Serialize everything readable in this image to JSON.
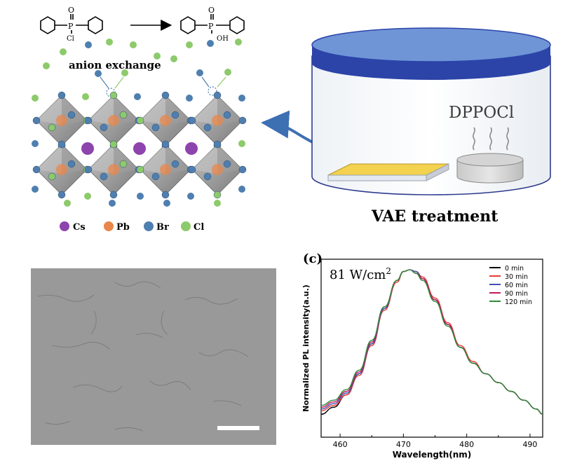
{
  "schematic": {
    "reaction": {
      "left_substituents": [
        "O",
        "P",
        "Cl"
      ],
      "right_substituents": [
        "O",
        "P",
        "OH"
      ]
    },
    "anion_exchange_label": "anion exchange",
    "legend": [
      "Cs",
      "Pb",
      "Br",
      "Cl"
    ],
    "colors": {
      "Cs": "#8d44ad",
      "Pb": "#e9874a",
      "Br": "#4f7fb0",
      "Cl": "#8dca6b"
    },
    "reagent_label": "DPPOCl",
    "treatment_label": "VAE treatment"
  },
  "panel_c": {
    "label": "(c)",
    "power_label": "81 W/cm",
    "power_superscript": "2",
    "chart_data": {
      "type": "line",
      "xlabel": "Wavelength(nm)",
      "ylabel": "Normalized PL intensity(a.u.)",
      "xlim": [
        457,
        492
      ],
      "ylim": [
        0.05,
        1.06
      ],
      "xticks": [
        460,
        470,
        480,
        490
      ],
      "x": [
        457,
        459,
        461,
        463,
        465,
        467,
        469,
        470,
        471,
        472,
        473,
        475,
        477,
        479,
        481,
        483,
        485,
        487,
        489,
        491,
        492
      ],
      "series": [
        {
          "name": "0 min",
          "color": "#000000",
          "values": [
            0.18,
            0.22,
            0.29,
            0.41,
            0.58,
            0.78,
            0.94,
            0.99,
            1.0,
            0.99,
            0.95,
            0.83,
            0.69,
            0.56,
            0.47,
            0.41,
            0.36,
            0.31,
            0.26,
            0.21,
            0.18
          ]
        },
        {
          "name": "30 min",
          "color": "#e53935",
          "values": [
            0.2,
            0.23,
            0.29,
            0.4,
            0.57,
            0.77,
            0.93,
            0.99,
            1.0,
            0.99,
            0.96,
            0.84,
            0.7,
            0.57,
            0.48,
            0.41,
            0.36,
            0.31,
            0.26,
            0.21,
            0.18
          ]
        },
        {
          "name": "60 min",
          "color": "#3f51b5",
          "values": [
            0.21,
            0.24,
            0.3,
            0.41,
            0.58,
            0.78,
            0.94,
            0.99,
            1.0,
            0.99,
            0.95,
            0.83,
            0.69,
            0.56,
            0.47,
            0.41,
            0.36,
            0.31,
            0.26,
            0.21,
            0.18
          ]
        },
        {
          "name": "90 min",
          "color": "#c2185b",
          "values": [
            0.22,
            0.25,
            0.31,
            0.42,
            0.59,
            0.79,
            0.94,
            0.99,
            1.0,
            0.98,
            0.95,
            0.83,
            0.69,
            0.56,
            0.47,
            0.41,
            0.36,
            0.31,
            0.26,
            0.21,
            0.18
          ]
        },
        {
          "name": "120 min",
          "color": "#2e8b3a",
          "values": [
            0.23,
            0.26,
            0.32,
            0.43,
            0.6,
            0.79,
            0.94,
            0.99,
            1.0,
            0.98,
            0.94,
            0.82,
            0.68,
            0.56,
            0.47,
            0.41,
            0.36,
            0.31,
            0.26,
            0.21,
            0.18
          ]
        }
      ]
    }
  }
}
